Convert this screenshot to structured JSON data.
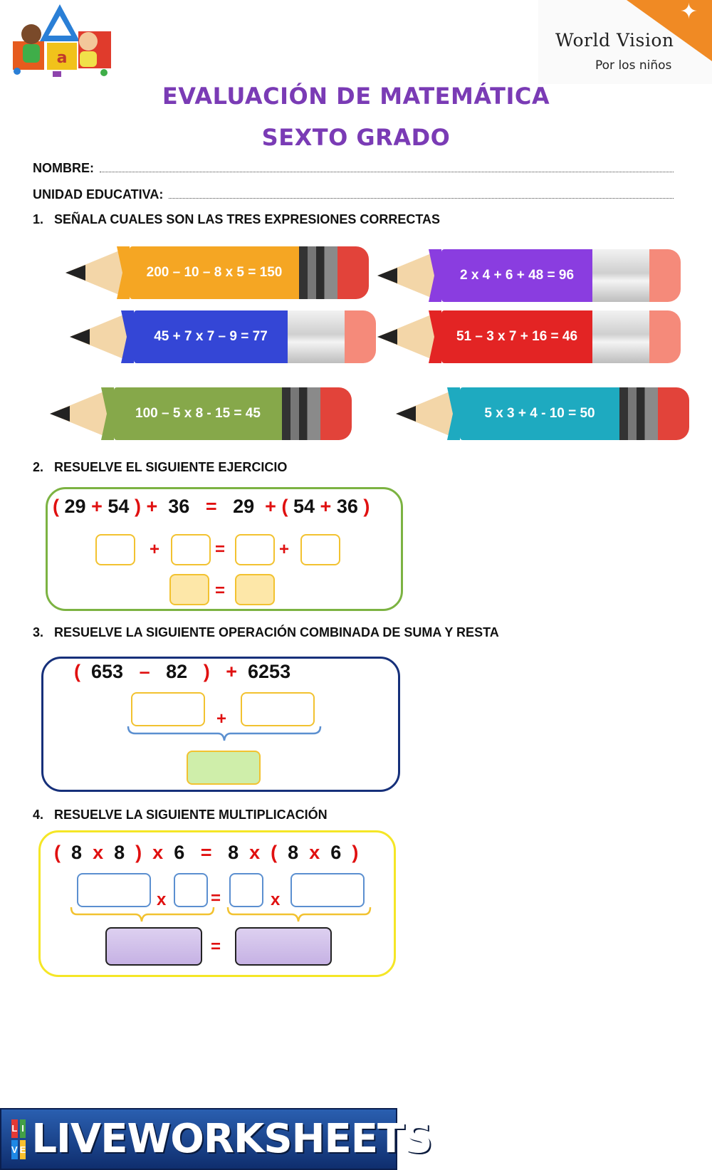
{
  "header": {
    "brand_name": "World Vision",
    "brand_tagline": "Por los niños",
    "title": "EVALUACIÓN DE MATEMÁTICA",
    "subtitle": "SEXTO GRADO"
  },
  "fields": {
    "name_label": "NOMBRE:",
    "school_label": "UNIDAD EDUCATIVA:"
  },
  "q1": {
    "number": "1.",
    "text": "SEÑALA CUALES SON LAS TRES EXPRESIONES CORRECTAS",
    "pencils": [
      {
        "expr": "200 – 10 – 8 x 5 = 150",
        "color": "#f5a623"
      },
      {
        "expr": "2 x 4 + 6 + 48 = 96",
        "color": "#8a3de0"
      },
      {
        "expr": "45 + 7 x 7 – 9 = 77",
        "color": "#3446d6"
      },
      {
        "expr": "51 – 3 x 7 + 16 = 46",
        "color": "#e32424"
      },
      {
        "expr": "100 – 5 x 8 - 15 = 45",
        "color": "#86a84a"
      },
      {
        "expr": "5 x 3 + 4 - 10 = 50",
        "color": "#1eaac0"
      }
    ]
  },
  "q2": {
    "number": "2.",
    "text": "RESUELVE EL SIGUIENTE EJERCICIO",
    "tokens": [
      "(",
      "29",
      "+",
      "54",
      ")",
      "+",
      "36",
      "=",
      "29",
      "+",
      "(",
      "54",
      "+",
      "36",
      ")"
    ],
    "plus": "+",
    "equals": "="
  },
  "q3": {
    "number": "3.",
    "text": "RESUELVE LA SIGUIENTE OPERACIÓN COMBINADA DE SUMA Y RESTA",
    "tokens": [
      "(",
      "653",
      "–",
      "82",
      ")",
      "+",
      "6253"
    ],
    "plus": "+"
  },
  "q4": {
    "number": "4.",
    "text": "RESUELVE LA SIGUIENTE MULTIPLICACIÓN",
    "tokens": [
      "(",
      "8",
      "x",
      "8",
      ")",
      "x",
      "6",
      "=",
      "8",
      "x",
      "(",
      "8",
      "x",
      "6",
      ")"
    ],
    "times": "x",
    "equals": "="
  },
  "footer": {
    "icon_letters": [
      "L",
      "I",
      "V",
      "E"
    ],
    "brand": "LIVEWORKSHEETS"
  }
}
